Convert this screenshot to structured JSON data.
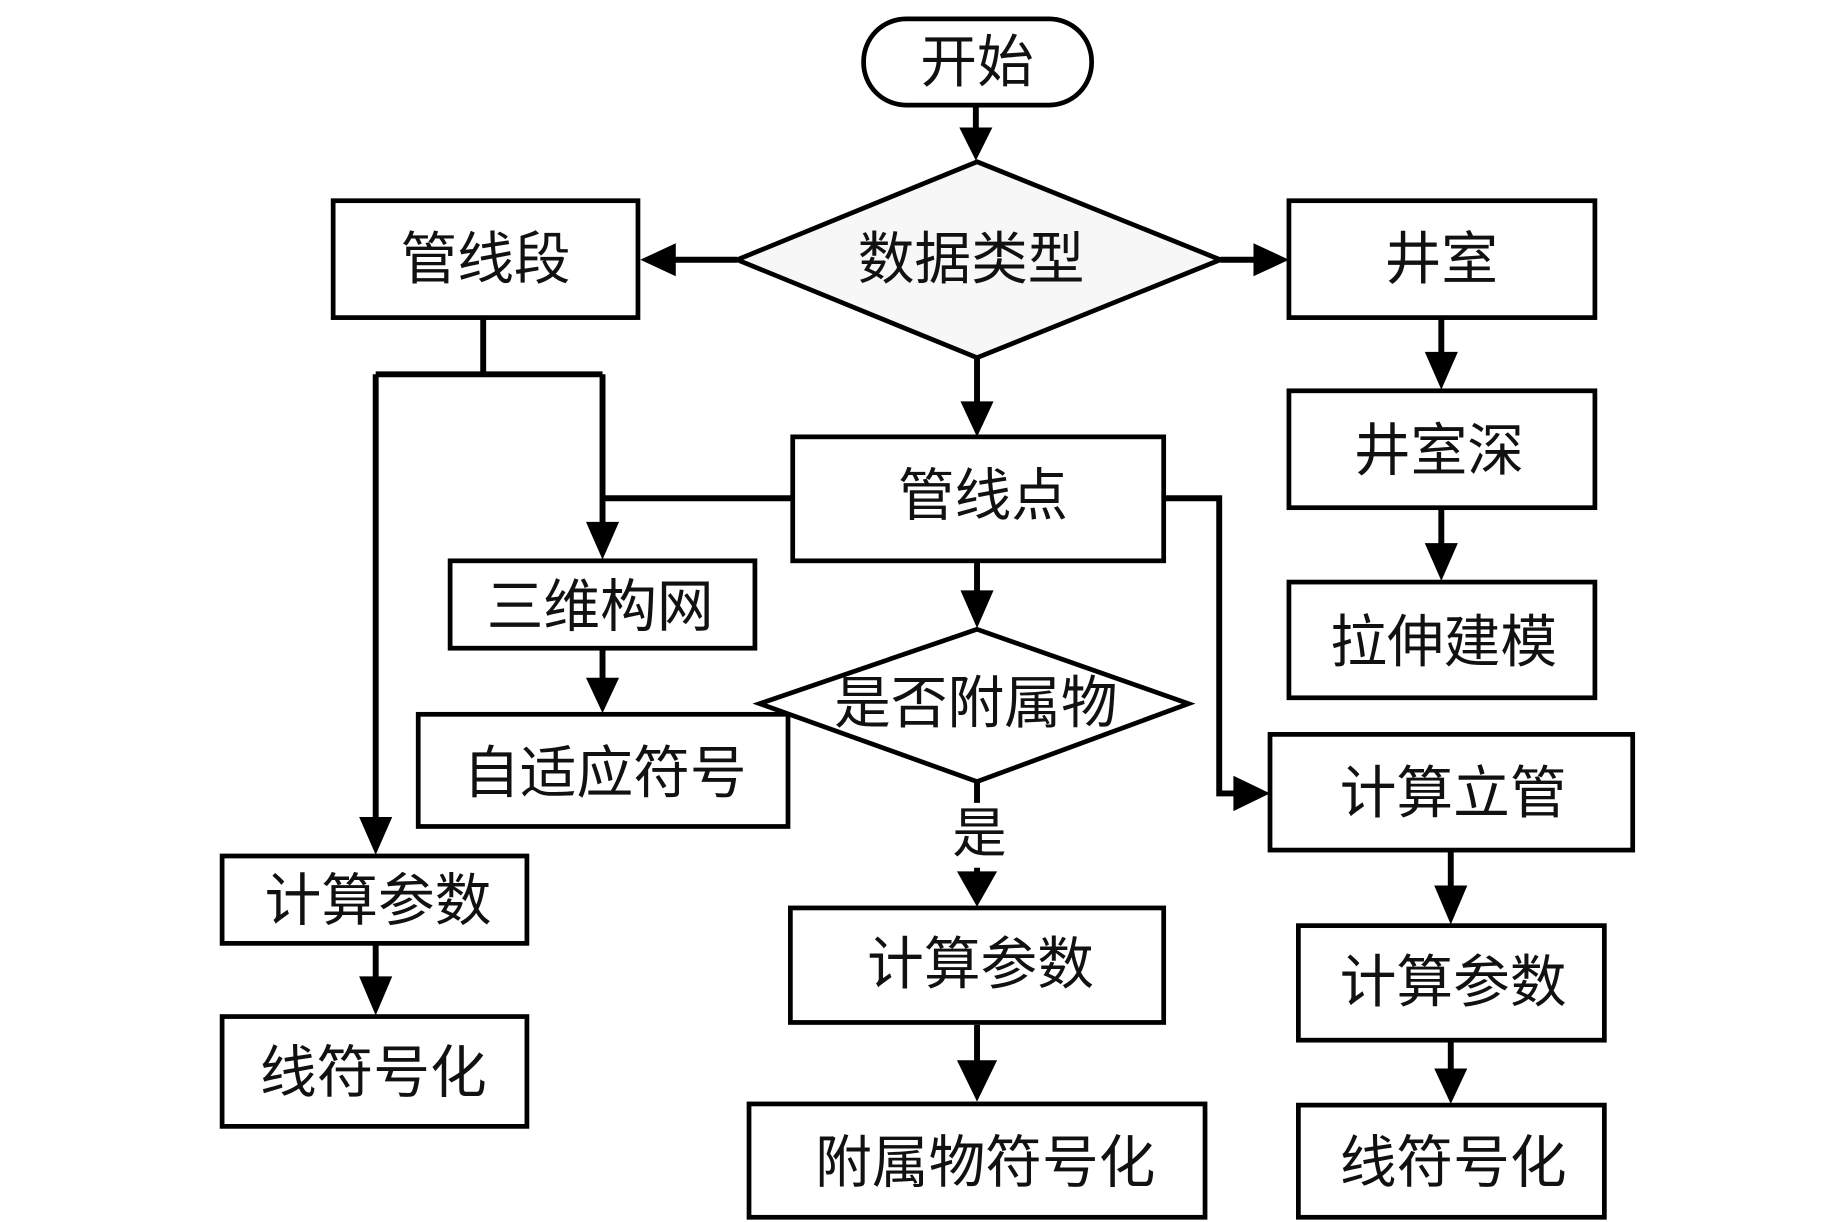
{
  "diagram": {
    "type": "flowchart",
    "nodes": {
      "start": {
        "label": "开始",
        "kind": "terminator"
      },
      "data_type": {
        "label": "数据类型",
        "kind": "decision"
      },
      "pipe_segment": {
        "label": "管线段",
        "kind": "process"
      },
      "well_room": {
        "label": "井室",
        "kind": "process"
      },
      "pipe_point": {
        "label": "管线点",
        "kind": "process"
      },
      "well_depth": {
        "label": "井室深",
        "kind": "process"
      },
      "extrude_model": {
        "label": "拉伸建模",
        "kind": "process"
      },
      "mesh_3d": {
        "label": "三维构网",
        "kind": "process"
      },
      "adaptive_symbol": {
        "label": "自适应符号",
        "kind": "process"
      },
      "is_attachment": {
        "label": "是否附属物",
        "kind": "decision"
      },
      "calc_riser": {
        "label": "计算立管",
        "kind": "process"
      },
      "calc_params_left": {
        "label": "计算参数",
        "kind": "process"
      },
      "line_symbolize_left": {
        "label": "线符号化",
        "kind": "process"
      },
      "calc_params_mid": {
        "label": "计算参数",
        "kind": "process"
      },
      "attachment_symbolize": {
        "label": "附属物符号化",
        "kind": "process"
      },
      "calc_params_right": {
        "label": "计算参数",
        "kind": "process"
      },
      "line_symbolize_right": {
        "label": "线符号化",
        "kind": "process"
      }
    },
    "edges": [
      {
        "from": "start",
        "to": "data_type",
        "label": ""
      },
      {
        "from": "data_type",
        "to": "pipe_segment",
        "label": ""
      },
      {
        "from": "data_type",
        "to": "well_room",
        "label": ""
      },
      {
        "from": "data_type",
        "to": "pipe_point",
        "label": ""
      },
      {
        "from": "well_room",
        "to": "well_depth",
        "label": ""
      },
      {
        "from": "well_depth",
        "to": "extrude_model",
        "label": ""
      },
      {
        "from": "pipe_segment",
        "to": "mesh_3d",
        "label": ""
      },
      {
        "from": "pipe_segment",
        "to": "calc_params_left",
        "label": ""
      },
      {
        "from": "pipe_point",
        "to": "mesh_3d",
        "label": ""
      },
      {
        "from": "mesh_3d",
        "to": "adaptive_symbol",
        "label": ""
      },
      {
        "from": "pipe_point",
        "to": "is_attachment",
        "label": ""
      },
      {
        "from": "pipe_point",
        "to": "calc_riser",
        "label": ""
      },
      {
        "from": "is_attachment",
        "to": "calc_params_mid",
        "label": "是"
      },
      {
        "from": "calc_params_mid",
        "to": "attachment_symbolize",
        "label": ""
      },
      {
        "from": "calc_params_left",
        "to": "line_symbolize_left",
        "label": ""
      },
      {
        "from": "calc_riser",
        "to": "calc_params_right",
        "label": ""
      },
      {
        "from": "calc_params_right",
        "to": "line_symbolize_right",
        "label": ""
      }
    ]
  }
}
